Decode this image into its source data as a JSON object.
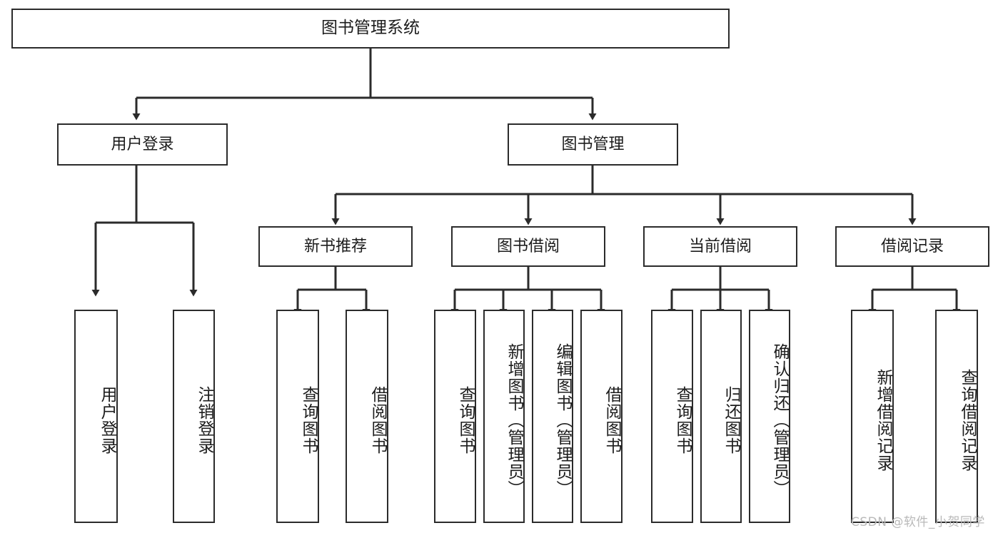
{
  "diagram": {
    "title": "图书管理系统",
    "type": "hierarchical-tree",
    "root": {
      "label": "图书管理系统"
    },
    "level2": [
      {
        "label": "用户登录"
      },
      {
        "label": "图书管理"
      }
    ],
    "level3": [
      {
        "label": "新书推荐"
      },
      {
        "label": "图书借阅"
      },
      {
        "label": "当前借阅"
      },
      {
        "label": "借阅记录"
      }
    ],
    "leaves": {
      "user_login": [
        {
          "label": "用户登录"
        },
        {
          "label": "注销登录"
        }
      ],
      "new_book_recommend": [
        {
          "label": "查询图书"
        },
        {
          "label": "借阅图书"
        }
      ],
      "book_borrow": [
        {
          "label": "查询图书"
        },
        {
          "label": "新增图书（管理员）"
        },
        {
          "label": "编辑图书（管理员）"
        },
        {
          "label": "借阅图书"
        }
      ],
      "current_borrow": [
        {
          "label": "查询图书"
        },
        {
          "label": "归还图书"
        },
        {
          "label": "确认归还（管理员）"
        }
      ],
      "borrow_record": [
        {
          "label": "新增借阅记录"
        },
        {
          "label": "查询借阅记录"
        }
      ]
    }
  },
  "watermark": {
    "text": "CSDN @软件_小贺同学"
  },
  "colors": {
    "stroke": "#2b2b2b",
    "background": "#ffffff",
    "text": "#1c1c1c",
    "watermark": "#b9b9b9"
  }
}
